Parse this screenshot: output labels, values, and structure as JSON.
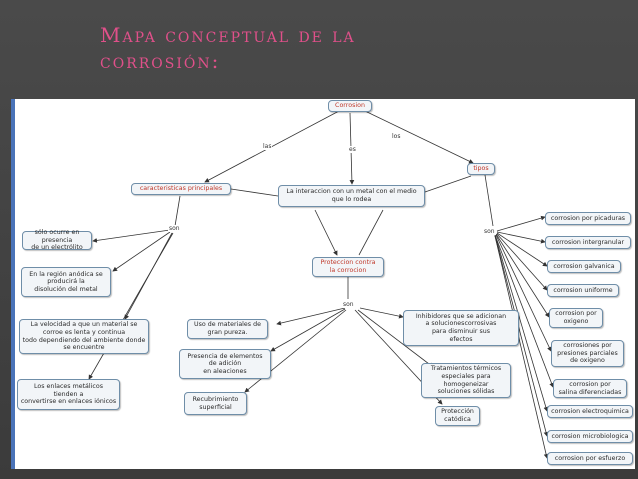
{
  "slide": {
    "title_line1": "Mapa conceptual de la",
    "title_line2": "corrosión:"
  },
  "colors": {
    "background": "#404040",
    "title": "#e0508a",
    "accent_bar": "#4a73b8",
    "red_text": "#c0392b",
    "node_border": "#6f8ea8"
  },
  "concept_map": {
    "root": "Corrosion",
    "link_labels": {
      "las": "las",
      "es": "es",
      "los": "los",
      "son_left": "son",
      "son_right": "son",
      "son_center": "son"
    },
    "caracteristicas": "caracteristicas principales",
    "interaccion": "La interaccion con un metal con el medio\nque lo rodea",
    "tipos": "tipos",
    "proteccion": "Proteccion contra\nla corrocion",
    "characteristics": [
      "sólo ocurre en presencia\nde un electrólito",
      "En la región anódica se\nproducirá la\ndisolución del metal",
      "La velocidad a que un material se\ncorroe es lenta y continua\ntodo dependiendo del ambiente donde\nse encuentre",
      "Los enlaces metálicos\ntienden a\nconvertirse en enlaces iónicos"
    ],
    "protection_methods": [
      "Uso de materiales de\ngran pureza.",
      "Presencia de elementos\nde adición\nen aleaciones",
      "Recubrimiento\nsuperficial",
      "Inhibidores que se adicionan\na solucionescorrosivas\npara disminuir sus\nefectos",
      "Tratamientos térmicos\nespeciales para\nhomogeneizar\nsoluciones sólidas",
      "Protección\ncatódica"
    ],
    "types": [
      "corrosion por picaduras",
      "corrosion intergranular",
      "corrosion galvanica",
      "corrosion uniforme",
      "corrosion por\noxigeno",
      "corrosiones por\npresiones parciales\nde oxigeno",
      "corrosion por\nsalina diferenciadas",
      "corrosion electroquimica",
      "corrosion microbiologica",
      "corrosion por esfuerzo"
    ]
  }
}
